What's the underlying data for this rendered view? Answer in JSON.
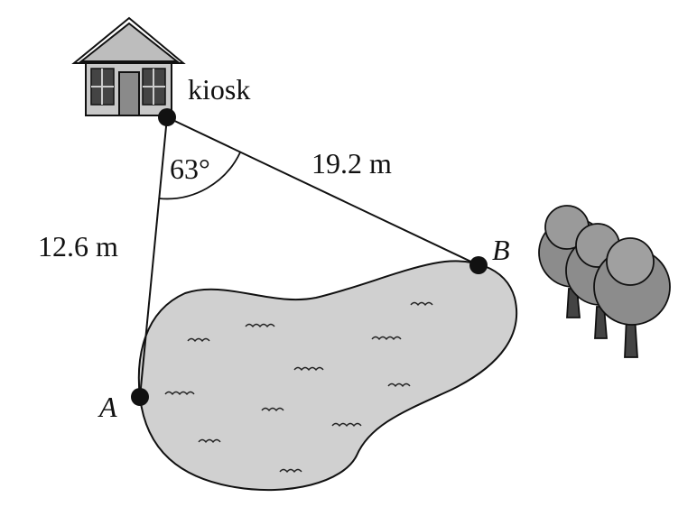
{
  "labels": {
    "kiosk": "kiosk",
    "angle": "63°",
    "side_kiosk_b": "19.2 m",
    "side_kiosk_a": "12.6 m",
    "point_a": "A",
    "point_b": "B"
  },
  "colors": {
    "pond": "#d0d0d0",
    "house_wall": "#c8c8c8",
    "house_roof": "#bdbdbd",
    "tree": "#8c8c8c"
  }
}
